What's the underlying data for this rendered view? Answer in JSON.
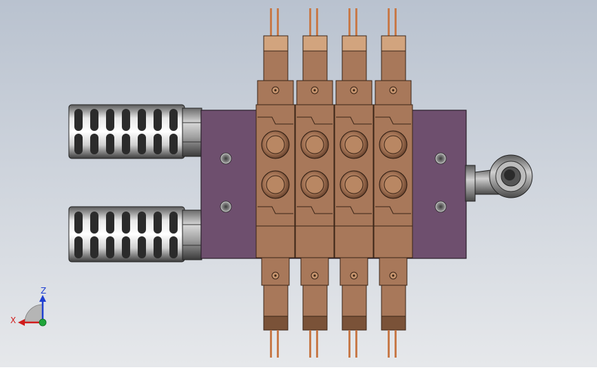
{
  "scene": {
    "background_top": "#b9c2cf",
    "background_bottom": "#e6e8eb",
    "manifold_color": "#6e4f6e",
    "valve_color": "#a8785a",
    "valve_dark": "#7a5238",
    "valve_light": "#d2a47e",
    "silencer_color": "#c8c8c8",
    "fitting_color": "#9a9a9a",
    "valve_count": 4
  },
  "triad": {
    "z_label": "Z",
    "x_label": "X",
    "z_color": "#1f3fd1",
    "x_color": "#d01c1c",
    "y_color": "#1fa53a"
  }
}
